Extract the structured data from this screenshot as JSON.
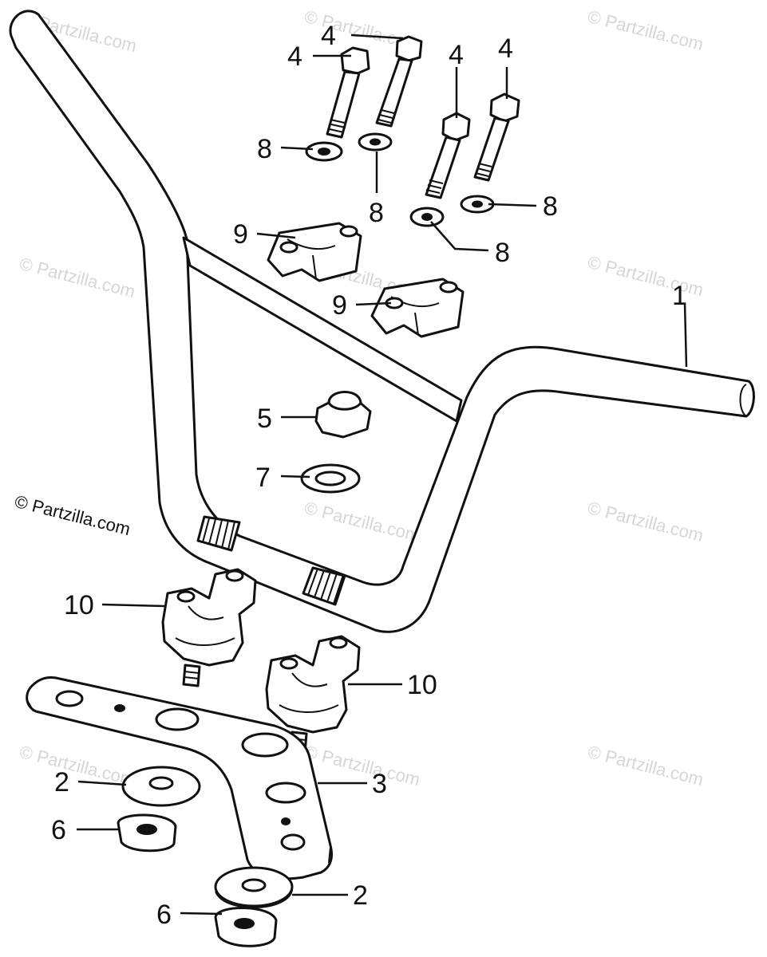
{
  "watermark": "© Partzilla.com",
  "copyright": "© Partzilla.com",
  "callouts": {
    "c1": "1",
    "c2a": "2",
    "c2b": "2",
    "c3": "3",
    "c4a": "4",
    "c4b": "4",
    "c4c": "4",
    "c4d": "4",
    "c5": "5",
    "c6a": "6",
    "c6b": "6",
    "c7": "7",
    "c8a": "8",
    "c8b": "8",
    "c8c": "8",
    "c8d": "8",
    "c9a": "9",
    "c9b": "9",
    "c10a": "10",
    "c10b": "10"
  }
}
